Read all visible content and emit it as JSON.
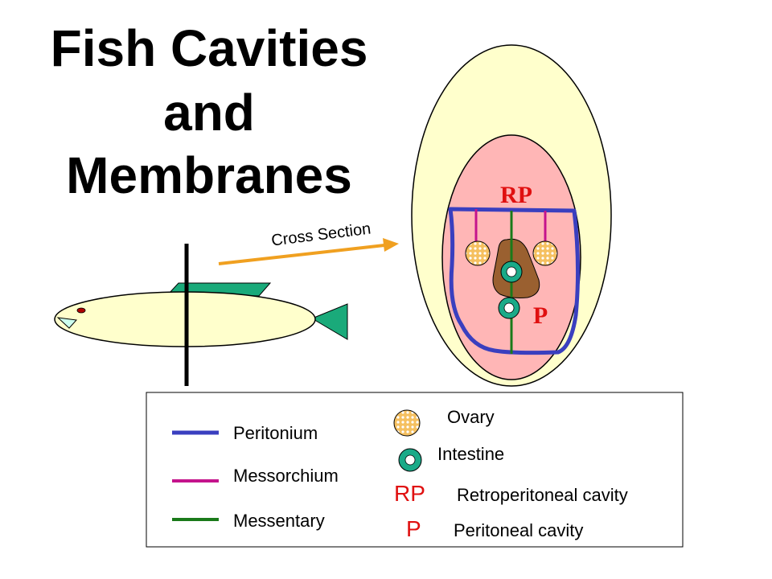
{
  "title": {
    "line1": "Fish Cavities",
    "line2": "and",
    "line3": "Membranes"
  },
  "fish_diagram": {
    "arrow_label": "Cross Section"
  },
  "cross_section": {
    "rp_label": "RP",
    "p_label": "P"
  },
  "legend": {
    "lines": [
      {
        "label": "Peritonium",
        "color": "#3a3fbf"
      },
      {
        "label": "Messorchium",
        "color": "#c4148c"
      },
      {
        "label": "Messentary",
        "color": "#1a7a1a"
      }
    ],
    "ovary_label": "Ovary",
    "intestine_label": "Intestine",
    "rp_abbrev": "RP",
    "rp_desc": "Retroperitoneal cavity",
    "p_abbrev": "P",
    "p_desc": "Peritoneal cavity"
  },
  "colors": {
    "peritonium": "#3a3fbf",
    "messorchium": "#c4148c",
    "messentary": "#1a7a1a",
    "label_red": "#e01010",
    "fish_body": "#ffffcc",
    "cavity_pink": "#ffb6b6",
    "outer_body": "#ffffcc",
    "fin_green": "#1aaa7a",
    "arrow_orange": "#f0a020",
    "ovary_orange": "#f5c060",
    "intestine_teal": "#1aaa88",
    "liver_brown": "#9a6030"
  }
}
